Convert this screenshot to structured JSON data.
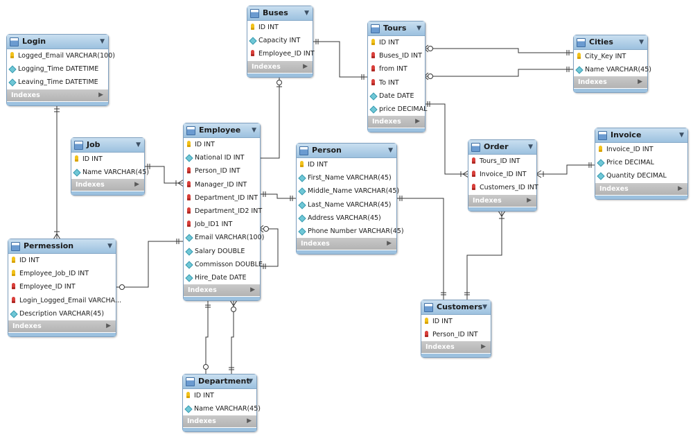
{
  "indexes_label": "Indexes",
  "tables": [
    {
      "id": "login",
      "name": "Login",
      "columns": [
        {
          "key": "pk",
          "text": "Logged_Email VARCHAR(100)"
        },
        {
          "key": "col",
          "text": "Logging_Time DATETIME"
        },
        {
          "key": "col",
          "text": "Leaving_Time DATETIME"
        }
      ]
    },
    {
      "id": "buses",
      "name": "Buses",
      "columns": [
        {
          "key": "pk",
          "text": "ID INT"
        },
        {
          "key": "col",
          "text": "Capacity INT"
        },
        {
          "key": "fk",
          "text": "Employee_ID INT"
        }
      ]
    },
    {
      "id": "tours",
      "name": "Tours",
      "columns": [
        {
          "key": "pk",
          "text": "ID INT"
        },
        {
          "key": "fk",
          "text": "Buses_ID INT"
        },
        {
          "key": "fk",
          "text": "from INT"
        },
        {
          "key": "fk",
          "text": "To INT"
        },
        {
          "key": "col",
          "text": "Date DATE"
        },
        {
          "key": "col",
          "text": "price DECIMAL"
        }
      ]
    },
    {
      "id": "cities",
      "name": "Cities",
      "columns": [
        {
          "key": "pk",
          "text": "City_Key INT"
        },
        {
          "key": "col",
          "text": "Name VARCHAR(45)"
        }
      ]
    },
    {
      "id": "job",
      "name": "Job",
      "columns": [
        {
          "key": "pk",
          "text": "ID INT"
        },
        {
          "key": "col",
          "text": "Name VARCHAR(45)"
        }
      ]
    },
    {
      "id": "employee",
      "name": "Employee",
      "columns": [
        {
          "key": "pk",
          "text": "ID INT"
        },
        {
          "key": "col",
          "text": "National ID INT"
        },
        {
          "key": "fk",
          "text": "Person_ID INT"
        },
        {
          "key": "fk",
          "text": "Manager_ID INT"
        },
        {
          "key": "fk",
          "text": "Department_ID INT"
        },
        {
          "key": "fk",
          "text": "Department_ID2 INT"
        },
        {
          "key": "fk",
          "text": "Job_ID1 INT"
        },
        {
          "key": "col",
          "text": "Email VARCHAR(100)"
        },
        {
          "key": "col",
          "text": "Salary DOUBLE"
        },
        {
          "key": "col",
          "text": "Commisson DOUBLE"
        },
        {
          "key": "col",
          "text": "Hire_Date DATE"
        }
      ]
    },
    {
      "id": "person",
      "name": "Person",
      "columns": [
        {
          "key": "pk",
          "text": "ID INT"
        },
        {
          "key": "col",
          "text": "First_Name VARCHAR(45)"
        },
        {
          "key": "col",
          "text": "Middle_Name VARCHAR(45)"
        },
        {
          "key": "col",
          "text": "Last_Name VARCHAR(45)"
        },
        {
          "key": "col",
          "text": "Address VARCHAR(45)"
        },
        {
          "key": "col",
          "text": "Phone Number VARCHAR(45)"
        }
      ]
    },
    {
      "id": "order",
      "name": "Order",
      "columns": [
        {
          "key": "fk",
          "text": "Tours_ID INT"
        },
        {
          "key": "fk",
          "text": "Invoice_ID INT"
        },
        {
          "key": "fk",
          "text": "Customers_ID INT"
        }
      ]
    },
    {
      "id": "invoice",
      "name": "Invoice",
      "columns": [
        {
          "key": "pk",
          "text": "Invoice_ID INT"
        },
        {
          "key": "col",
          "text": "Price DECIMAL"
        },
        {
          "key": "col",
          "text": "Quantity DECIMAL"
        }
      ]
    },
    {
      "id": "permession",
      "name": "Permession",
      "columns": [
        {
          "key": "pk",
          "text": "ID INT"
        },
        {
          "key": "pk",
          "text": "Employee_Job_ID INT"
        },
        {
          "key": "fk",
          "text": "Employee_ID INT"
        },
        {
          "key": "fk",
          "text": "Login_Logged_Email VARCHA..."
        },
        {
          "key": "col",
          "text": "Description VARCHAR(45)"
        }
      ]
    },
    {
      "id": "customers",
      "name": "Customers",
      "columns": [
        {
          "key": "pk",
          "text": "ID INT"
        },
        {
          "key": "fk",
          "text": "Person_ID INT"
        }
      ]
    },
    {
      "id": "department",
      "name": "Department",
      "columns": [
        {
          "key": "pk",
          "text": "ID INT"
        },
        {
          "key": "col",
          "text": "Name VARCHAR(45)"
        }
      ]
    }
  ],
  "relationships": [
    {
      "from": "login",
      "to": "permession"
    },
    {
      "from": "buses",
      "to": "tours"
    },
    {
      "from": "employee",
      "to": "buses"
    },
    {
      "from": "cities",
      "to": "tours",
      "via": "from"
    },
    {
      "from": "cities",
      "to": "tours",
      "via": "To"
    },
    {
      "from": "tours",
      "to": "order"
    },
    {
      "from": "invoice",
      "to": "order"
    },
    {
      "from": "customers",
      "to": "order"
    },
    {
      "from": "job",
      "to": "employee"
    },
    {
      "from": "person",
      "to": "employee"
    },
    {
      "from": "person",
      "to": "customers"
    },
    {
      "from": "employee",
      "to": "employee",
      "via": "Manager_ID"
    },
    {
      "from": "employee",
      "to": "permession"
    },
    {
      "from": "department",
      "to": "employee",
      "via": "Department_ID"
    },
    {
      "from": "department",
      "to": "employee",
      "via": "Department_ID2"
    }
  ],
  "colors": {
    "header": "#9cc1df",
    "line": "#333333",
    "indexes": "#b3b3b3"
  }
}
